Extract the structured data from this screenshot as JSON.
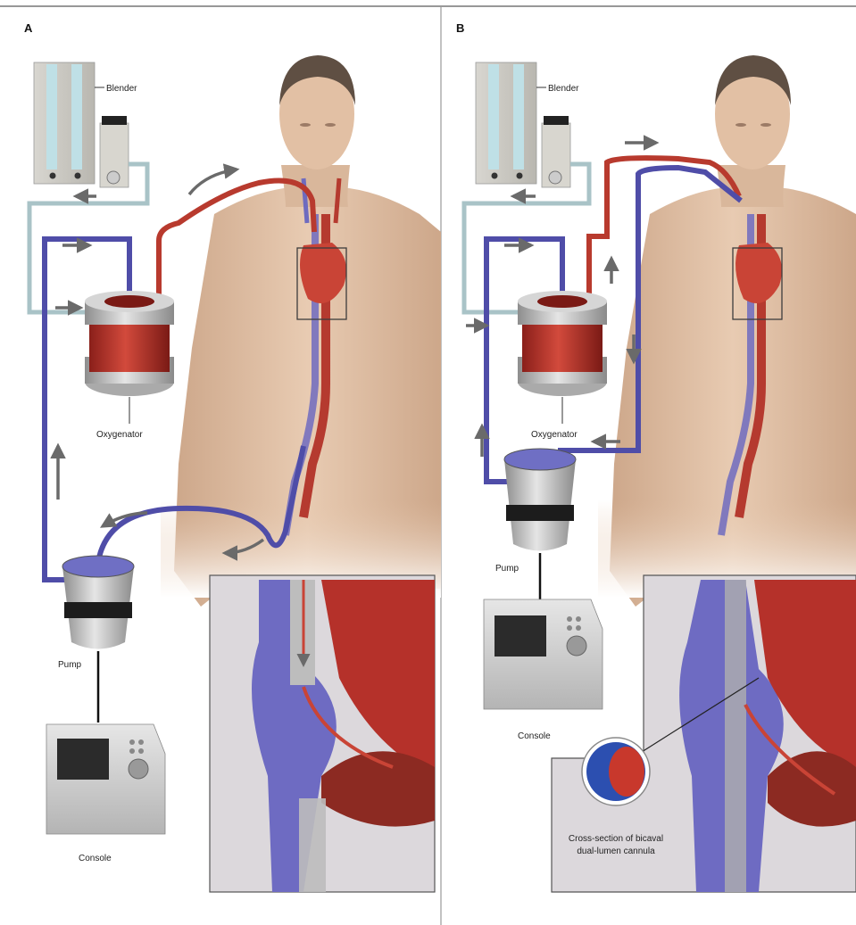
{
  "panels": [
    {
      "letter": "A",
      "labels": {
        "blender": "Blender",
        "oxygenator": "Oxygenator",
        "pump": "Pump",
        "console": "Console"
      }
    },
    {
      "letter": "B",
      "labels": {
        "blender": "Blender",
        "oxygenator": "Oxygenator",
        "pump": "Pump",
        "console": "Console",
        "cross_section_line1": "Cross-section of bicaval",
        "cross_section_line2": "dual-lumen cannula"
      }
    }
  ],
  "colors": {
    "venous": "#5a58b0",
    "arterial": "#b83a2e",
    "gas_line": "#c8dde0",
    "skin": "#e3c2a6",
    "heart": "#b8352b",
    "background": "#ffffff",
    "inset_background": "#dcd9dc"
  }
}
